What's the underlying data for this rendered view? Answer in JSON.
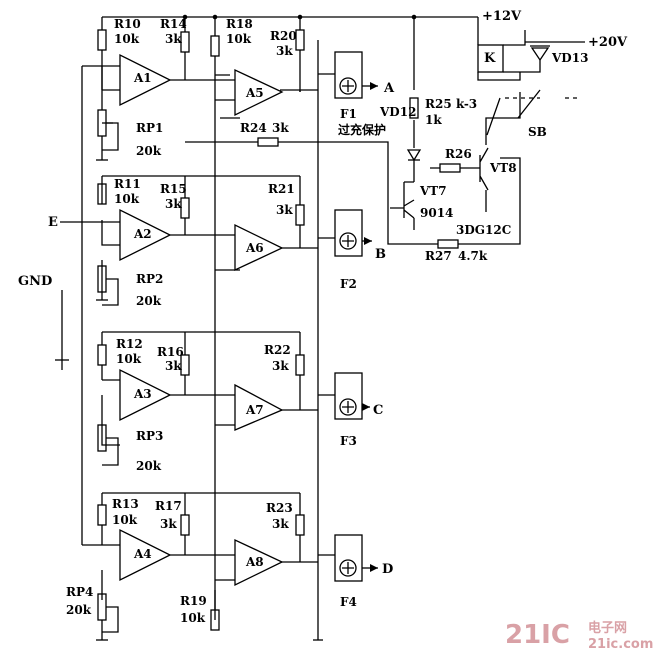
{
  "rails": {
    "v12": "+12V",
    "v20": "+20V",
    "gnd": "GND",
    "input": "E"
  },
  "resistors": [
    {
      "id": "R10",
      "value": "10k"
    },
    {
      "id": "R14",
      "value": "3k"
    },
    {
      "id": "R18",
      "value": "10k"
    },
    {
      "id": "R20",
      "value": "3k"
    },
    {
      "id": "R11",
      "value": "10k"
    },
    {
      "id": "R15",
      "value": "3k"
    },
    {
      "id": "R21",
      "value": "3k"
    },
    {
      "id": "R12",
      "value": "10k"
    },
    {
      "id": "R16",
      "value": "3k"
    },
    {
      "id": "R22",
      "value": "3k"
    },
    {
      "id": "R13",
      "value": "10k"
    },
    {
      "id": "R17",
      "value": "3k"
    },
    {
      "id": "R19",
      "value": "10k"
    },
    {
      "id": "R23",
      "value": "3k"
    },
    {
      "id": "R24",
      "value": "3k"
    },
    {
      "id": "R25",
      "value": "1k"
    },
    {
      "id": "R26",
      "value": ""
    },
    {
      "id": "R27",
      "value": "4.7k"
    }
  ],
  "pots": [
    {
      "id": "RP1",
      "value": "20k"
    },
    {
      "id": "RP2",
      "value": "20k"
    },
    {
      "id": "RP3",
      "value": "20k"
    },
    {
      "id": "RP4",
      "value": "20k"
    }
  ],
  "opamps": [
    "A1",
    "A2",
    "A3",
    "A4",
    "A5",
    "A6",
    "A7",
    "A8"
  ],
  "fuses": [
    "F1",
    "F2",
    "F3",
    "F4"
  ],
  "outputs": [
    "A",
    "B",
    "C",
    "D"
  ],
  "transistors": [
    {
      "id": "VT7",
      "type": "9014"
    },
    {
      "id": "VT8",
      "type": "3DG12C"
    }
  ],
  "diodes": [
    "VD12",
    "VD13"
  ],
  "relay": {
    "coil": "K",
    "contact": "k-3",
    "switch": "SB"
  },
  "protection_label": "过充保护",
  "watermark": {
    "brand": "21IC",
    "sub": "电子网",
    "domain": "21ic.com"
  }
}
